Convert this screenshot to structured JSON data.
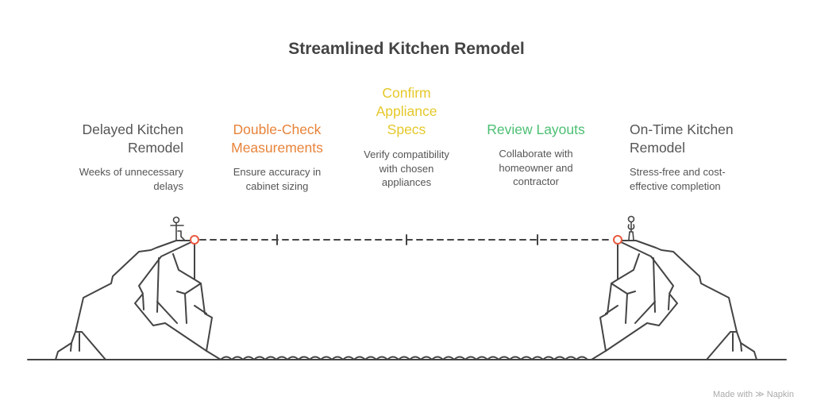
{
  "title": "Streamlined Kitchen Remodel",
  "colors": {
    "line": "#444444",
    "accent": "#e8583f",
    "orange": "#e8833a",
    "yellow": "#e5c82a",
    "green": "#4cbf73",
    "dark": "#555555"
  },
  "steps": [
    {
      "heading": "Delayed Kitchen Remodel",
      "h1": "Delayed Kitchen",
      "h2": "Remodel",
      "d1": "Weeks of unnecessary",
      "d2": "delays"
    },
    {
      "heading": "Double-Check Measurements",
      "h1": "Double-Check",
      "h2": "Measurements",
      "d1": "Ensure accuracy in",
      "d2": "cabinet sizing"
    },
    {
      "heading": "Confirm Appliance Specs",
      "h1": "Confirm",
      "h2": "Appliance",
      "h3": "Specs",
      "d1": "Verify compatibility",
      "d2": "with chosen",
      "d3": "appliances"
    },
    {
      "heading": "Review Layouts",
      "h1": "Review Layouts",
      "d1": "Collaborate with",
      "d2": "homeowner and",
      "d3": "contractor"
    },
    {
      "heading": "On-Time Kitchen Remodel",
      "h1": "On-Time Kitchen",
      "h2": "Remodel",
      "d1": "Stress-free and cost-",
      "d2": "effective completion"
    }
  ],
  "footer": {
    "made_with": "Made with",
    "brand": "Napkin"
  }
}
